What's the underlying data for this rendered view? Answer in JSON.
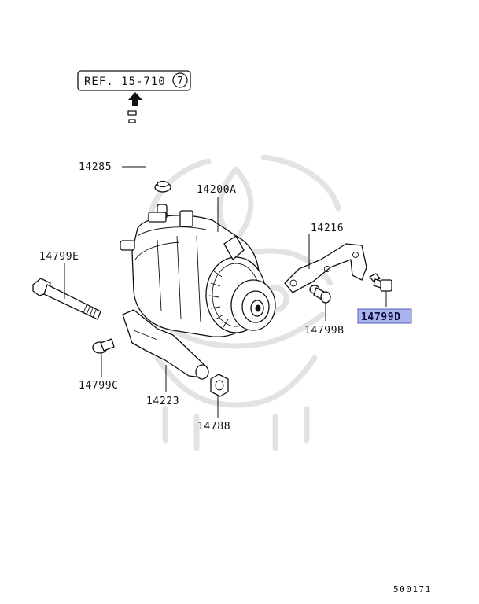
{
  "reference": {
    "text": "REF. 15-710",
    "circle_number": "7"
  },
  "part_labels": {
    "p14285": "14285",
    "p14200a": "14200A",
    "p14216": "14216",
    "p14799e": "14799E",
    "p14799d": "14799D",
    "p14799b": "14799B",
    "p14799c": "14799C",
    "p14223": "14223",
    "p14788": "14788"
  },
  "highlighted_part": "14799D",
  "highlight_color": "#aab3ea",
  "diagram_number": "500171",
  "icons": [
    "up-arrow-icon",
    "watermark-logo"
  ]
}
